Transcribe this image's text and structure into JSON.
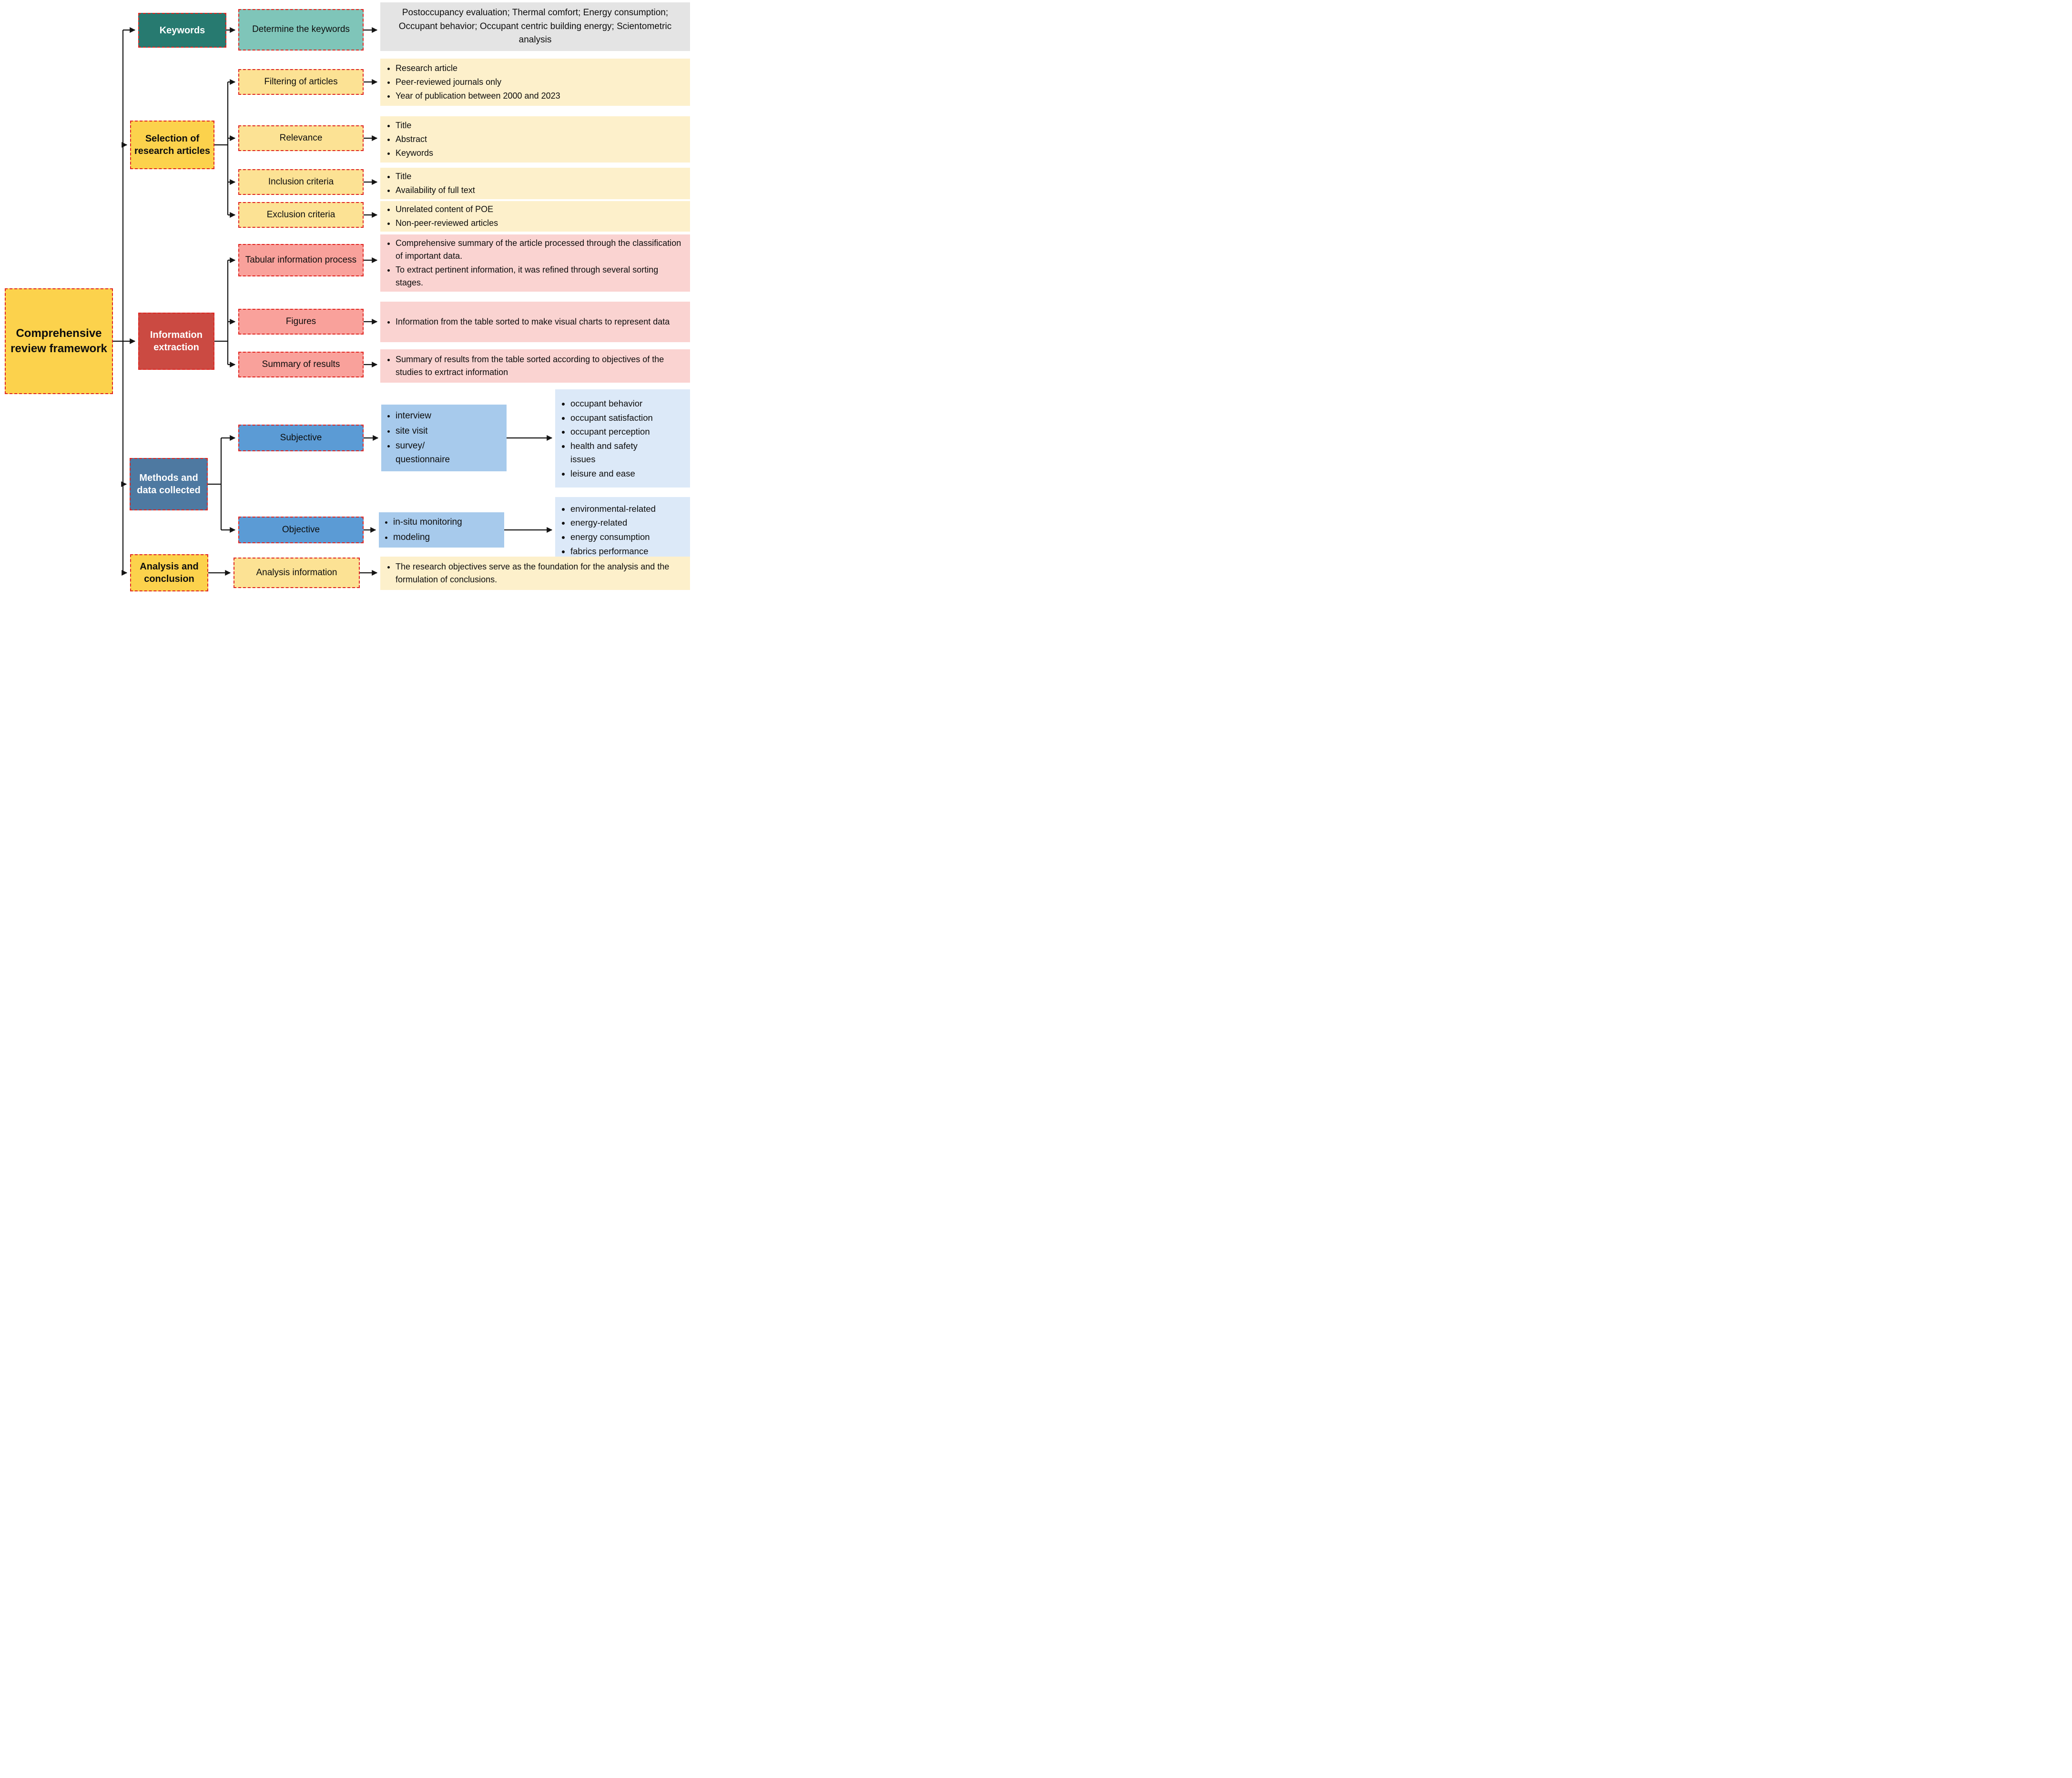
{
  "root": {
    "label": "Comprehensive review framework"
  },
  "keywords": {
    "label": "Keywords",
    "step": "Determine the keywords",
    "panel": "Postoccupancy evaluation; Thermal comfort; Energy consumption; Occupant behavior; Occupant centric building energy; Scientometric analysis"
  },
  "selection": {
    "label": "Selection of research articles",
    "steps": [
      "Filtering of articles",
      "Relevance",
      "Inclusion criteria",
      "Exclusion criteria"
    ],
    "panels": [
      [
        "Research article",
        "Peer-reviewed journals only",
        "Year of publication between 2000 and 2023"
      ],
      [
        "Title",
        "Abstract",
        "Keywords"
      ],
      [
        "Title",
        "Availability of full text"
      ],
      [
        "Unrelated content of POE",
        "Non-peer-reviewed articles"
      ]
    ]
  },
  "information": {
    "label": "Information extraction",
    "steps": [
      "Tabular information process",
      "Figures",
      "Summary of results"
    ],
    "panels": [
      [
        "Comprehensive summary of the article processed through the classification of important data.",
        "To extract pertinent information, it was refined through several sorting stages."
      ],
      [
        "Information from the table sorted to make visual charts to represent data"
      ],
      [
        "Summary of results from the table sorted according to objectives of the studies to exrtract information"
      ]
    ]
  },
  "methods": {
    "label": "Methods and data collected",
    "subjective": {
      "label": "Subjective",
      "data": [
        "interview",
        "site visit",
        "survey/\nquestionnaire"
      ],
      "panel": [
        "occupant behavior",
        "occupant satisfaction",
        "occupant perception",
        "health and safety\nissues",
        "leisure and ease"
      ]
    },
    "objective": {
      "label": "Objective",
      "data": [
        "in-situ monitoring",
        "modeling"
      ],
      "panel": [
        "environmental-related",
        "energy-related",
        "energy consumption",
        "fabrics performance"
      ]
    }
  },
  "analysis": {
    "label": "Analysis and conclusion",
    "step": "Analysis information",
    "panel": [
      "The research objectives serve as the foundation for the analysis and the formulation of conclusions."
    ]
  },
  "colors": {
    "dashed_border": "#e02420",
    "arrow": "#141414",
    "root_yellow": "#fcd24c",
    "sub_yellow": "#fce294",
    "pale_yellow": "#fdf0cb",
    "teal_dark": "#277a70",
    "teal_light": "#7fc5b9",
    "gray_panel": "#e4e4e4",
    "red_dark": "#cb4a42",
    "red_light": "#f9a19b",
    "pink_panel": "#fad3d1",
    "blue_dark": "#4e79a1",
    "blue_mid": "#5b9bd5",
    "blue_data": "#a7caec",
    "blue_panel": "#dce9f8"
  }
}
